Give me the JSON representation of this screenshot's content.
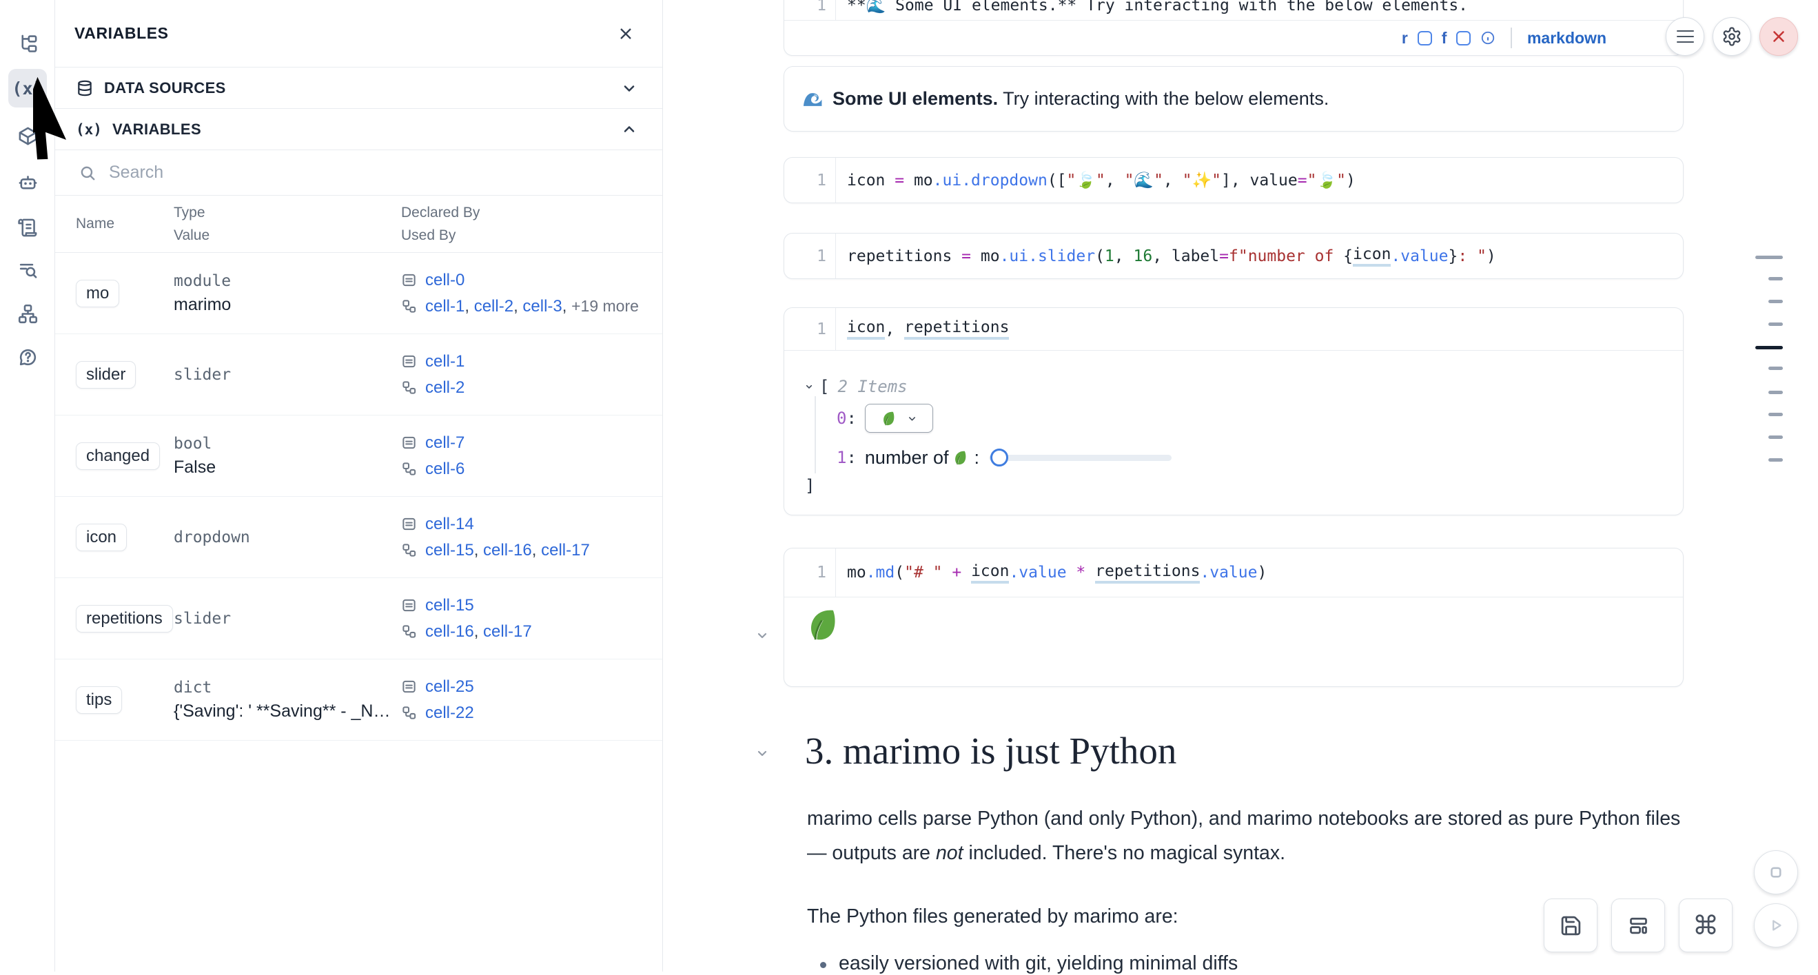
{
  "icons": {
    "variables_glyph": "(x)"
  },
  "sidebar": {
    "items": [
      "file-tree",
      "variables",
      "packages",
      "ai-assistant",
      "snippets",
      "logs",
      "dependency-tree",
      "help"
    ],
    "active": "variables"
  },
  "panel": {
    "title": "VARIABLES",
    "sections": [
      {
        "label": "DATA SOURCES",
        "state": "collapsed"
      },
      {
        "label": "VARIABLES",
        "state": "expanded"
      }
    ],
    "search_placeholder": "Search",
    "table": {
      "headers": {
        "name": "Name",
        "type": "Type",
        "value": "Value",
        "declared_by": "Declared By",
        "used_by": "Used By"
      },
      "rows": [
        {
          "name": "mo",
          "type": "module",
          "value": "marimo",
          "declared": [
            "cell-0"
          ],
          "used": [
            "cell-1",
            "cell-2",
            "cell-3"
          ],
          "used_more": "+19 more"
        },
        {
          "name": "slider",
          "type": "slider",
          "value": "",
          "declared": [
            "cell-1"
          ],
          "used": [
            "cell-2"
          ]
        },
        {
          "name": "changed",
          "type": "bool",
          "value": "False",
          "declared": [
            "cell-7"
          ],
          "used": [
            "cell-6"
          ]
        },
        {
          "name": "icon",
          "type": "dropdown",
          "value": "",
          "declared": [
            "cell-14"
          ],
          "used": [
            "cell-15",
            "cell-16",
            "cell-17"
          ]
        },
        {
          "name": "repetitions",
          "type": "slider",
          "value": "",
          "declared": [
            "cell-15"
          ],
          "used": [
            "cell-16",
            "cell-17"
          ]
        },
        {
          "name": "tips",
          "type": "dict",
          "value": "{'Saving': ' **Saving** - _Na...",
          "declared": [
            "cell-25"
          ],
          "used": [
            "cell-22"
          ]
        }
      ]
    }
  },
  "notebook": {
    "cells": {
      "top": {
        "line_no": "1",
        "tokens": [
          {
            "t": "**🌊 Some UI elements.** Try interacting with the below elements.",
            "c": "pl"
          }
        ]
      },
      "dropdown": {
        "line_no": "1",
        "tokens": [
          {
            "t": "icon ",
            "c": "pl"
          },
          {
            "t": "= ",
            "c": "op"
          },
          {
            "t": "mo",
            "c": "pl"
          },
          {
            "t": ".ui.dropdown",
            "c": "fn"
          },
          {
            "t": "([",
            "c": "pl"
          },
          {
            "t": "\"🍃\"",
            "c": "str"
          },
          {
            "t": ", ",
            "c": "pl"
          },
          {
            "t": "\"🌊\"",
            "c": "str"
          },
          {
            "t": ", ",
            "c": "pl"
          },
          {
            "t": "\"✨\"",
            "c": "str"
          },
          {
            "t": "], value",
            "c": "pl"
          },
          {
            "t": "=",
            "c": "op"
          },
          {
            "t": "\"🍃\"",
            "c": "str"
          },
          {
            "t": ")",
            "c": "pl"
          }
        ]
      },
      "slider": {
        "line_no": "1",
        "tokens": [
          {
            "t": "repetitions ",
            "c": "pl"
          },
          {
            "t": "= ",
            "c": "op"
          },
          {
            "t": "mo",
            "c": "pl"
          },
          {
            "t": ".ui.slider",
            "c": "fn"
          },
          {
            "t": "(",
            "c": "pl"
          },
          {
            "t": "1",
            "c": "num"
          },
          {
            "t": ", ",
            "c": "pl"
          },
          {
            "t": "16",
            "c": "num"
          },
          {
            "t": ", label",
            "c": "pl"
          },
          {
            "t": "=",
            "c": "op"
          },
          {
            "t": "f",
            "c": "str"
          },
          {
            "t": "\"number of ",
            "c": "str"
          },
          {
            "t": "{",
            "c": "pl"
          },
          {
            "t": "icon",
            "c": "und"
          },
          {
            "t": ".value",
            "c": "fn"
          },
          {
            "t": "}",
            "c": "pl"
          },
          {
            "t": ": \"",
            "c": "str"
          },
          {
            "t": ")",
            "c": "pl"
          }
        ]
      },
      "tuple": {
        "line_no": "1",
        "tokens": [
          {
            "t": "icon",
            "c": "und"
          },
          {
            "t": ", ",
            "c": "pl"
          },
          {
            "t": "repetitions",
            "c": "und"
          }
        ]
      },
      "md": {
        "line_no": "1",
        "tokens": [
          {
            "t": "mo",
            "c": "pl"
          },
          {
            "t": ".md",
            "c": "fn"
          },
          {
            "t": "(",
            "c": "pl"
          },
          {
            "t": "\"# \" ",
            "c": "str"
          },
          {
            "t": "+ ",
            "c": "op"
          },
          {
            "t": "icon",
            "c": "und"
          },
          {
            "t": ".value ",
            "c": "fn"
          },
          {
            "t": "* ",
            "c": "op"
          },
          {
            "t": "repetitions",
            "c": "und"
          },
          {
            "t": ".value",
            "c": "fn"
          },
          {
            "t": ")",
            "c": "pl"
          }
        ]
      }
    },
    "cell_toolbar": {
      "run_label": "r",
      "format_label": "f",
      "language": "markdown"
    },
    "md_output": {
      "bold": "Some UI elements.",
      "rest": " Try interacting with the below elements."
    },
    "list_output": {
      "open_bracket": "[",
      "items_label": "2 Items",
      "index0": "0",
      "index1": "1",
      "colon": ":",
      "slider_label": "number of",
      "slider_colon": ":",
      "close_bracket": "]"
    },
    "prose": {
      "heading": "3. marimo is just Python",
      "para1_line1": "marimo cells parse Python (and only Python), and marimo notebooks are stored as pure Python files",
      "para1_line2_pre": "— outputs are ",
      "para1_em": "not",
      "para1_line2_post": " included. There's no magical syntax.",
      "para2": "The Python files generated by marimo are:",
      "bullet1": "easily versioned with git, yielding minimal diffs"
    }
  },
  "minimap": {
    "dashes": [
      "wide",
      "",
      "",
      "",
      "wide active",
      "",
      "",
      "",
      "",
      ""
    ]
  },
  "colors": {
    "accent_blue": "#2e68d8",
    "language_blue": "#2766c4",
    "close_red": "#c63636",
    "dash": "#98a2b1",
    "dash_active": "#141f2e"
  }
}
